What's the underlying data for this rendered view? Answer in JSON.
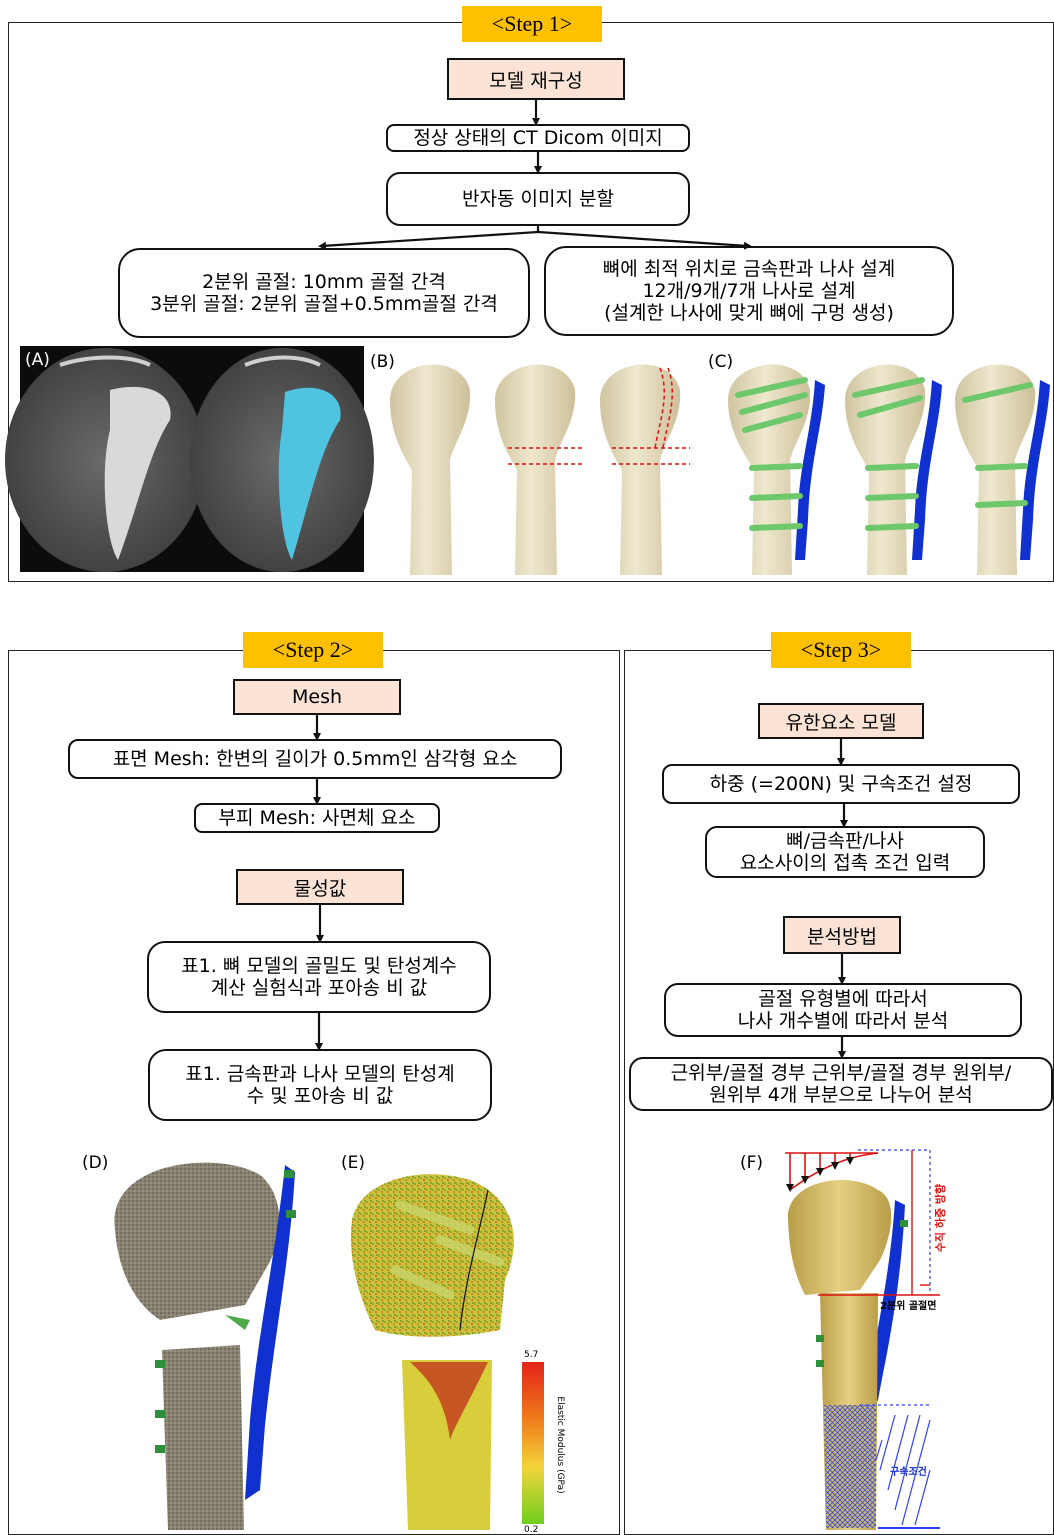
{
  "step1": {
    "tag": "<Step 1>",
    "header": "모델 재구성",
    "box1": "정상 상태의 CT Dicom 이미지",
    "box2": "반자동 이미지 분할",
    "left_box": [
      "2분위 골절: 10mm 골절 간격",
      "3분위 골절: 2분위 골절+0.5mm골절 간격"
    ],
    "right_box": [
      "뼈에 최적 위치로 금속판과 나사 설계",
      "12개/9개/7개 나사로 설계",
      "(설계한 나사에 맞게 뼈에 구멍 생성)"
    ],
    "panel_labels": [
      "(A)",
      "(B)",
      "(C)"
    ]
  },
  "step2": {
    "tag": "<Step 2>",
    "header1": "Mesh",
    "box1": "표면 Mesh: 한변의 길이가 0.5mm인 삼각형 요소",
    "box2": "부피 Mesh: 사면체 요소",
    "header2": "물성값",
    "box3": [
      "표1. 뼈 모델의 골밀도 및 탄성계수",
      "계산 실험식과 포아송 비 값"
    ],
    "box4": [
      "표1. 금속판과 나사 모델의 탄성계",
      "수 및 포아송 비 값"
    ],
    "panel_labels": [
      "(D)",
      "(E)"
    ],
    "colorbar": {
      "max": "5.7",
      "min": "0.2",
      "label": "Elastic Modulus (GPa)"
    }
  },
  "step3": {
    "tag": "<Step 3>",
    "header1": "유한요소 모델",
    "box1": "하중 (=200N) 및 구속조건 설정",
    "box2": [
      "뼈/금속판/나사",
      "요소사이의 접촉 조건 입력"
    ],
    "header2": "분석방법",
    "box3": [
      "골절 유형별에 따라서",
      "나사 개수별에 따라서 분석"
    ],
    "box4": [
      "근위부/골절 경부 근위부/골절 경부 원위부/",
      "원위부 4개 부분으로 나누어 분석"
    ],
    "panel_label": "(F)",
    "annotations": {
      "load": "수직 하중 방향",
      "fracture": "2분위 골절면",
      "constraint": "구속조건"
    }
  }
}
